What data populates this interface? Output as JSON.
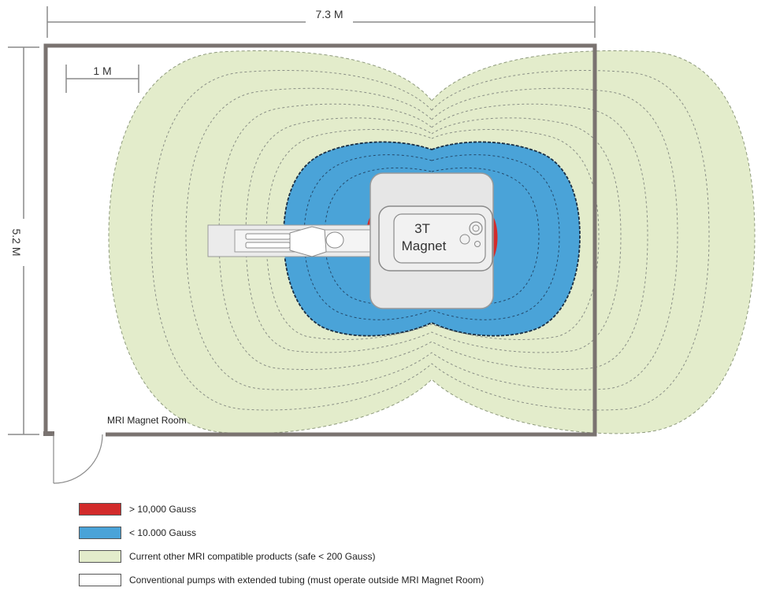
{
  "dimensions": {
    "width_label": "7.3 M",
    "height_label": "5.2 M",
    "scale_label": "1 M"
  },
  "room": {
    "label": "MRI Magnet Room"
  },
  "magnet": {
    "line1": "3T",
    "line2": "Magnet"
  },
  "colors": {
    "over_10000": "#d22b2b",
    "under_10000": "#4aa3d8",
    "safe_zone": "#e3eccb",
    "outside": "#ffffff",
    "wall": "#7a7370"
  },
  "legend": [
    {
      "label": "> 10,000 Gauss",
      "color": "#d22b2b"
    },
    {
      "label": "< 10.000 Gauss",
      "color": "#4aa3d8"
    },
    {
      "label": "Current other MRI compatible products (safe < 200 Gauss)",
      "color": "#e3eccb"
    },
    {
      "label": "Conventional pumps with extended tubing (must operate outside MRI Magnet Room)",
      "color": "#ffffff"
    }
  ]
}
